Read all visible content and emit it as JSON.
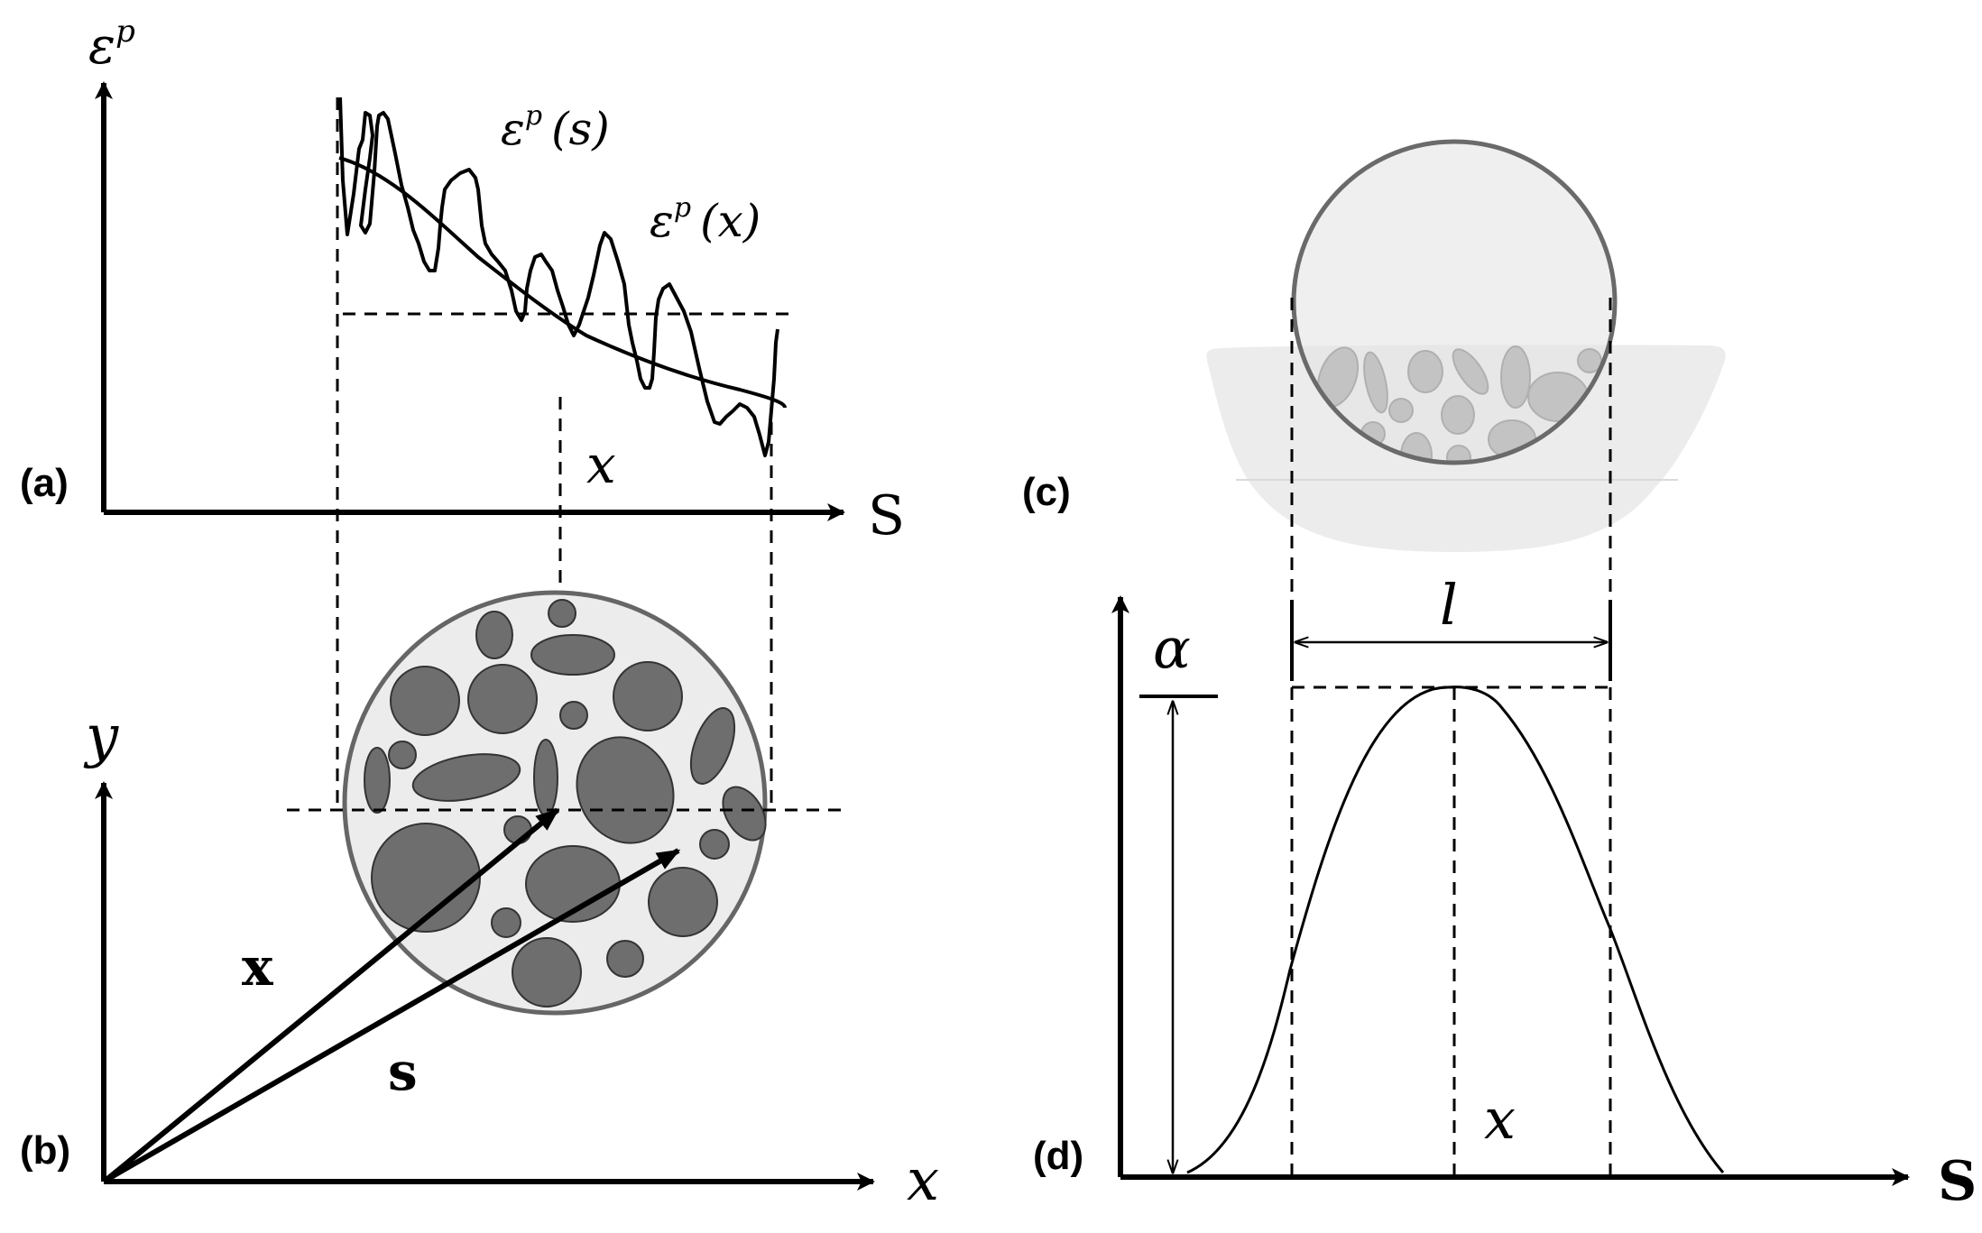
{
  "panels": {
    "a": {
      "tag": "(a)",
      "y_axis_label": "ε",
      "y_axis_sup": "p",
      "x_axis_label": "S",
      "curve_rough_label": {
        "base": "ε",
        "sup": "p",
        "arg": "(s)"
      },
      "curve_smooth_label": {
        "base": "ε",
        "sup": "p",
        "arg": "(x)"
      },
      "point_label": "x"
    },
    "b": {
      "tag": "(b)",
      "y_axis_label": "y",
      "x_axis_label": "x",
      "vector_x_label": "x",
      "vector_s_label": "s"
    },
    "c": {
      "tag": "(c)"
    },
    "d": {
      "tag": "(d)",
      "peak_label": "α",
      "width_label": "l",
      "center_label": "x",
      "x_axis_label": "S"
    }
  },
  "colors": {
    "ink": "#000000",
    "inclusion": "#6e6e6e",
    "matrix": "#ececec",
    "outline": "#666666",
    "slab": "#e2e2e2"
  }
}
